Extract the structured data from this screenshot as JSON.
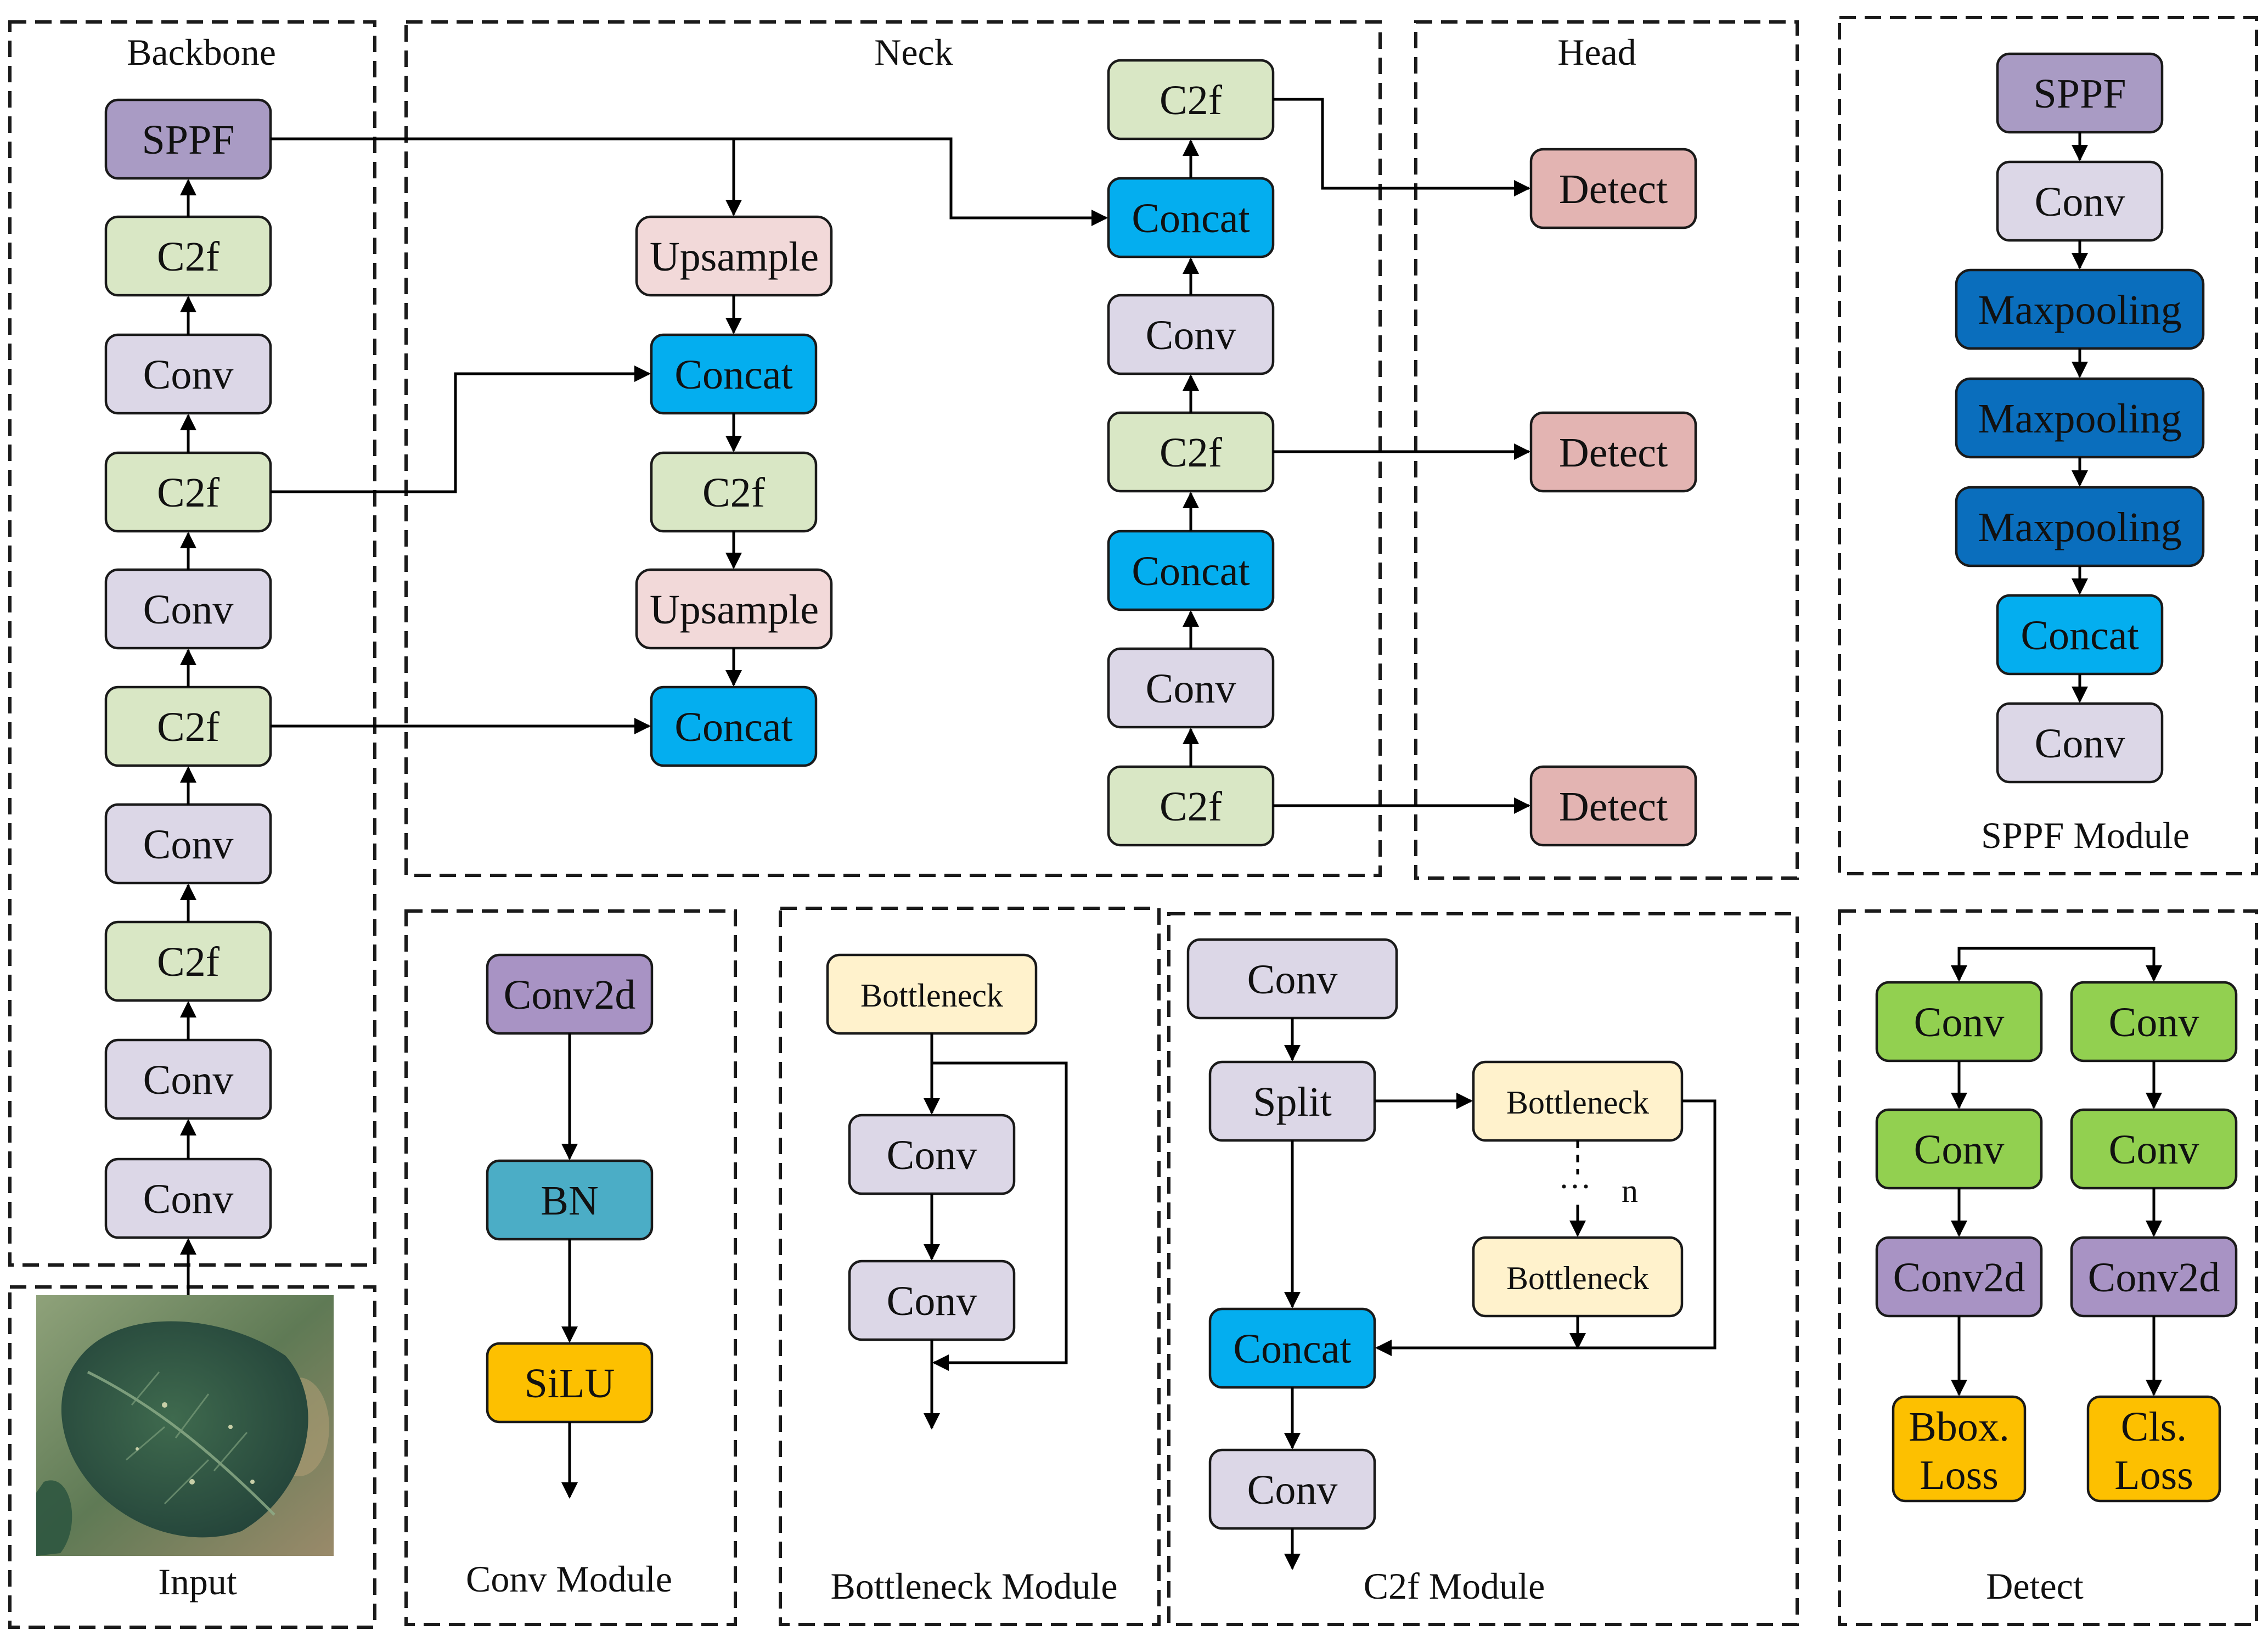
{
  "colors": {
    "sppf": "#a99bc4",
    "c2f": "#d9e7c5",
    "conv": "#dcd7e7",
    "upsample": "#f2d9d9",
    "concat": "#04aeef",
    "detect": "#e3b4b2",
    "maxpool": "#0a6ebd",
    "conv2d": "#a893c4",
    "bn": "#4badc6",
    "silu": "#fdc000",
    "bottleneck": "#fff2cc",
    "detect_conv": "#92d050",
    "loss": "#fdc000"
  },
  "panels": {
    "backbone": "Backbone",
    "neck": "Neck",
    "head": "Head",
    "sppf_module": "SPPF Module",
    "input": "Input",
    "conv_module": "Conv Module",
    "bottleneck_module": "Bottleneck Module",
    "c2f_module": "C2f Module",
    "detect": "Detect"
  },
  "backbone": [
    "SPPF",
    "C2f",
    "Conv",
    "C2f",
    "Conv",
    "C2f",
    "Conv",
    "C2f",
    "Conv",
    "Conv"
  ],
  "neck": {
    "left": [
      "Upsample",
      "Concat",
      "C2f",
      "Upsample",
      "Concat"
    ],
    "right": [
      "C2f",
      "Concat",
      "Conv",
      "C2f",
      "Concat",
      "Conv",
      "C2f"
    ]
  },
  "head": [
    "Detect",
    "Detect",
    "Detect"
  ],
  "sppf_module": [
    "SPPF",
    "Conv",
    "Maxpooling",
    "Maxpooling",
    "Maxpooling",
    "Concat",
    "Conv"
  ],
  "conv_module": [
    "Conv2d",
    "BN",
    "SiLU"
  ],
  "bottleneck_module": [
    "Bottleneck",
    "Conv",
    "Conv"
  ],
  "c2f_module": {
    "conv_top": "Conv",
    "split": "Split",
    "bottleneck_1": "Bottleneck",
    "bottleneck_2": "Bottleneck",
    "dots": "···",
    "n": "n",
    "concat": "Concat",
    "conv_bottom": "Conv"
  },
  "detect_module": {
    "left": [
      "Conv",
      "Conv",
      "Conv2d"
    ],
    "right": [
      "Conv",
      "Conv",
      "Conv2d"
    ],
    "bbox_loss": [
      "Bbox.",
      "Loss"
    ],
    "cls_loss": [
      "Cls.",
      "Loss"
    ]
  },
  "input_image": "leaf-photo"
}
